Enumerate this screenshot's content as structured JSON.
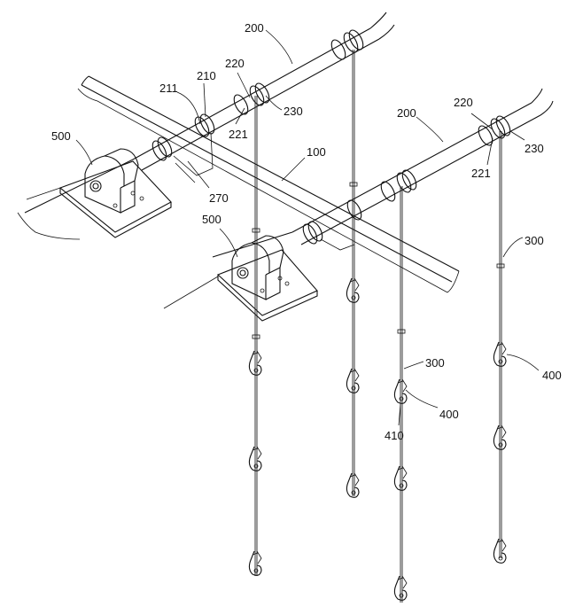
{
  "figure": {
    "labels": {
      "beam": "100",
      "pipe_left": "200",
      "pipe_right": "200",
      "ring_210": "210",
      "ring_211": "211",
      "ring_220_left": "220",
      "ring_220_right": "220",
      "ring_221_left": "221",
      "ring_221_right": "221",
      "ring_230_left": "230",
      "ring_230_right": "230",
      "strap_270": "270",
      "wire_300_a": "300",
      "wire_300_b": "300",
      "hook_400_a": "400",
      "hook_400_b": "400",
      "hook_410": "410",
      "bracket_500_a": "500",
      "bracket_500_b": "500"
    },
    "colors": {
      "stroke": "#111111",
      "background": "#ffffff"
    }
  }
}
